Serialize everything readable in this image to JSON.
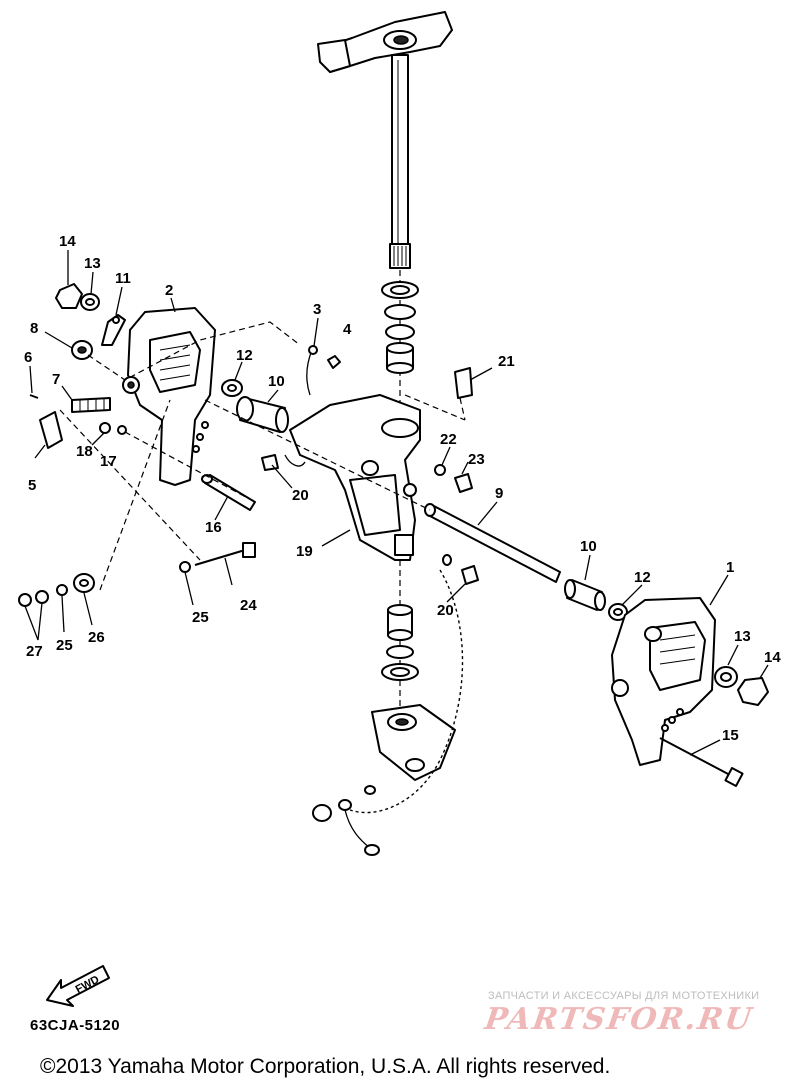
{
  "diagram": {
    "code": "63CJA-5120",
    "fwd_label": "FWD",
    "copyright": "©2013 Yamaha Motor Corporation, U.S.A. All rights reserved.",
    "watermark_text": "ЗАПЧАСТИ И АКСЕССУАРЫ ДЛЯ МОТОТЕХНИКИ",
    "watermark_logo": "PARTSFOR.RU"
  },
  "callouts": [
    {
      "id": "c14a",
      "label": "14"
    },
    {
      "id": "c13a",
      "label": "13"
    },
    {
      "id": "c11",
      "label": "11"
    },
    {
      "id": "c2",
      "label": "2"
    },
    {
      "id": "c3",
      "label": "3"
    },
    {
      "id": "c4",
      "label": "4"
    },
    {
      "id": "c8",
      "label": "8"
    },
    {
      "id": "c6",
      "label": "6"
    },
    {
      "id": "c7",
      "label": "7"
    },
    {
      "id": "c12a",
      "label": "12"
    },
    {
      "id": "c10a",
      "label": "10"
    },
    {
      "id": "c21",
      "label": "21"
    },
    {
      "id": "c18",
      "label": "18"
    },
    {
      "id": "c17",
      "label": "17"
    },
    {
      "id": "c5",
      "label": "5"
    },
    {
      "id": "c22",
      "label": "22"
    },
    {
      "id": "c23",
      "label": "23"
    },
    {
      "id": "c20a",
      "label": "20"
    },
    {
      "id": "c9",
      "label": "9"
    },
    {
      "id": "c16",
      "label": "16"
    },
    {
      "id": "c19",
      "label": "19"
    },
    {
      "id": "c10b",
      "label": "10"
    },
    {
      "id": "c1",
      "label": "1"
    },
    {
      "id": "c12b",
      "label": "12"
    },
    {
      "id": "c20b",
      "label": "20"
    },
    {
      "id": "c24",
      "label": "24"
    },
    {
      "id": "c25a",
      "label": "25"
    },
    {
      "id": "c27",
      "label": "27"
    },
    {
      "id": "c25b",
      "label": "25"
    },
    {
      "id": "c26",
      "label": "26"
    },
    {
      "id": "c13b",
      "label": "13"
    },
    {
      "id": "c14b",
      "label": "14"
    },
    {
      "id": "c15",
      "label": "15"
    }
  ]
}
